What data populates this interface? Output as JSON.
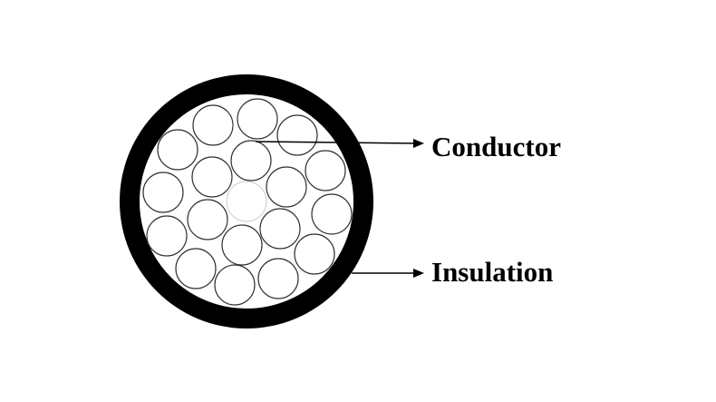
{
  "labels": {
    "conductor": "Conductor",
    "insulation": "Insulation"
  },
  "colors": {
    "insulation": "#000000",
    "conductor_fill": "#ffffff",
    "strand_stroke": "#333333",
    "center_strand_stroke": "#cccccc",
    "leader_line": "#000000"
  },
  "strand_count": 19
}
